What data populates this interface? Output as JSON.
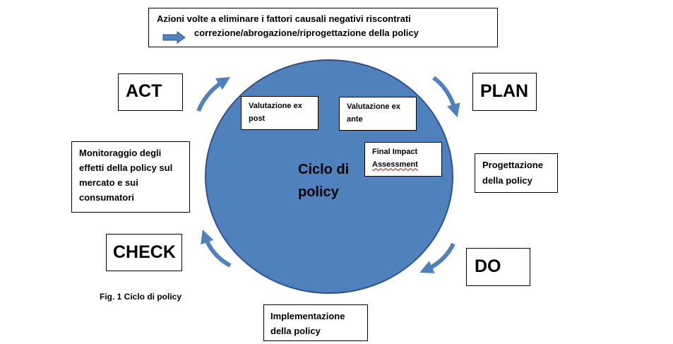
{
  "colors": {
    "circle": "#4f81bd",
    "circle_border": "#2f528f",
    "arrow": "#4f81bd"
  },
  "top_box": {
    "line1": "Azioni volte a eliminare i fattori causali negativi riscontrati",
    "arrow_icon": "right-arrow-icon",
    "line2": "correzione/abrogazione/riprogettazione della policy"
  },
  "phases": {
    "act": "ACT",
    "plan": "PLAN",
    "check": "CHECK",
    "do": "DO"
  },
  "center": {
    "line1": "Ciclo di",
    "line2": "policy"
  },
  "inner_boxes": {
    "ex_post": {
      "line1": "Valutazione ex",
      "line2": "post"
    },
    "ex_ante": {
      "line1": "Valutazione ex",
      "line2": "ante"
    },
    "final_impact": {
      "line1": "Final Impact",
      "line2": "Assessment"
    }
  },
  "side_boxes": {
    "monitoraggio": [
      "Monitoraggio degli",
      "effetti della policy sul",
      "mercato e sui",
      "consumatori"
    ],
    "progettazione": [
      "Progettazione",
      "della policy"
    ],
    "implementazione": [
      "Implementazione",
      "della policy"
    ]
  },
  "caption": "Fig. 1 Ciclo di policy"
}
